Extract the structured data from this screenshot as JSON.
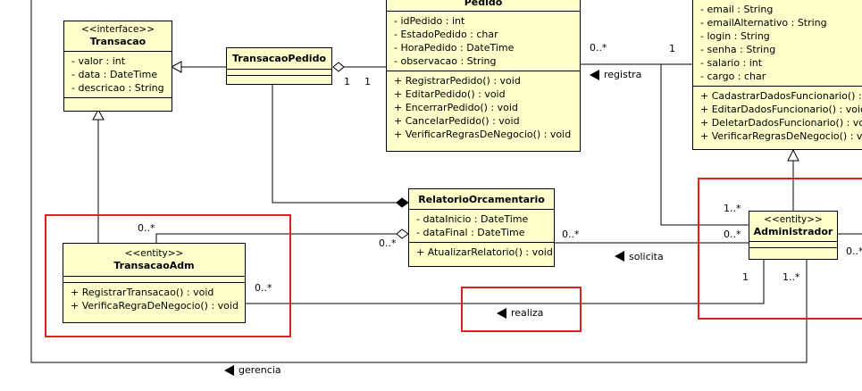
{
  "classes": {
    "transacao": {
      "stereotype": "<<interface>>",
      "name": "Transacao",
      "attributes": [
        "- valor : int",
        "- data : DateTime",
        "- descricao : String"
      ]
    },
    "transacaoPedido": {
      "name": "TransacaoPedido"
    },
    "pedido": {
      "name": "Pedido",
      "attributes": [
        "- idPedido : int",
        "- EstadoPedido : char",
        "- HoraPedido : DateTime",
        "- observacao : String"
      ],
      "operations": [
        "+ RegistrarPedido() : void",
        "+ EditarPedido() : void",
        "+ EncerrarPedido() : void",
        "+ CancelarPedido() : void",
        "+ VerificarRegrasDeNegocio() : void"
      ]
    },
    "funcionario": {
      "attributes": [
        "- email : String",
        "- emailAlternativo : String",
        "- login : String",
        "- senha : String",
        "- salario : int",
        "- cargo : char"
      ],
      "operations": [
        "+ CadastrarDadosFuncionario() :",
        "+ EditarDadosFuncionario() : void",
        "+ DeletarDadosFuncionario() : void",
        "+ VerificarRegrasDeNegocio() : vo"
      ]
    },
    "relatorio": {
      "name": "RelatorioOrcamentario",
      "attributes": [
        "- dataInicio : DateTime",
        "- dataFinal : DateTime"
      ],
      "operations": [
        "+ AtualizarRelatorio() : void"
      ]
    },
    "transacaoAdm": {
      "stereotype": "<<entity>>",
      "name": "TransacaoAdm",
      "operations": [
        "+ RegistrarTransacao() : void",
        "+ VerificaRegraDeNegocio() : void"
      ]
    },
    "administrador": {
      "stereotype": "<<entity>>",
      "name": "Administrador"
    }
  },
  "labels": {
    "m_tp_1a": "1",
    "m_tp_1b": "1",
    "m_pedido_0n": "0..*",
    "m_func_1": "1",
    "registra": "registra",
    "m_adm_1n_top": "1..*",
    "m_adm_0n_left": "0..*",
    "m_rel_0n_right": "0..*",
    "solicita": "solicita",
    "m_tadm_0n_top": "0..*",
    "m_rel_0n_left": "0..*",
    "m_tadm_0n_right": "0..*",
    "realiza": "realiza",
    "m_adm_1_bottom": "1",
    "m_adm_1n_bottom": "1..*",
    "m_adm_0n_right": "0..*",
    "gerencia": "gerencia"
  },
  "colors": {
    "class_fill": "#ffffcc",
    "highlight": "#e02020",
    "line": "#000000"
  }
}
